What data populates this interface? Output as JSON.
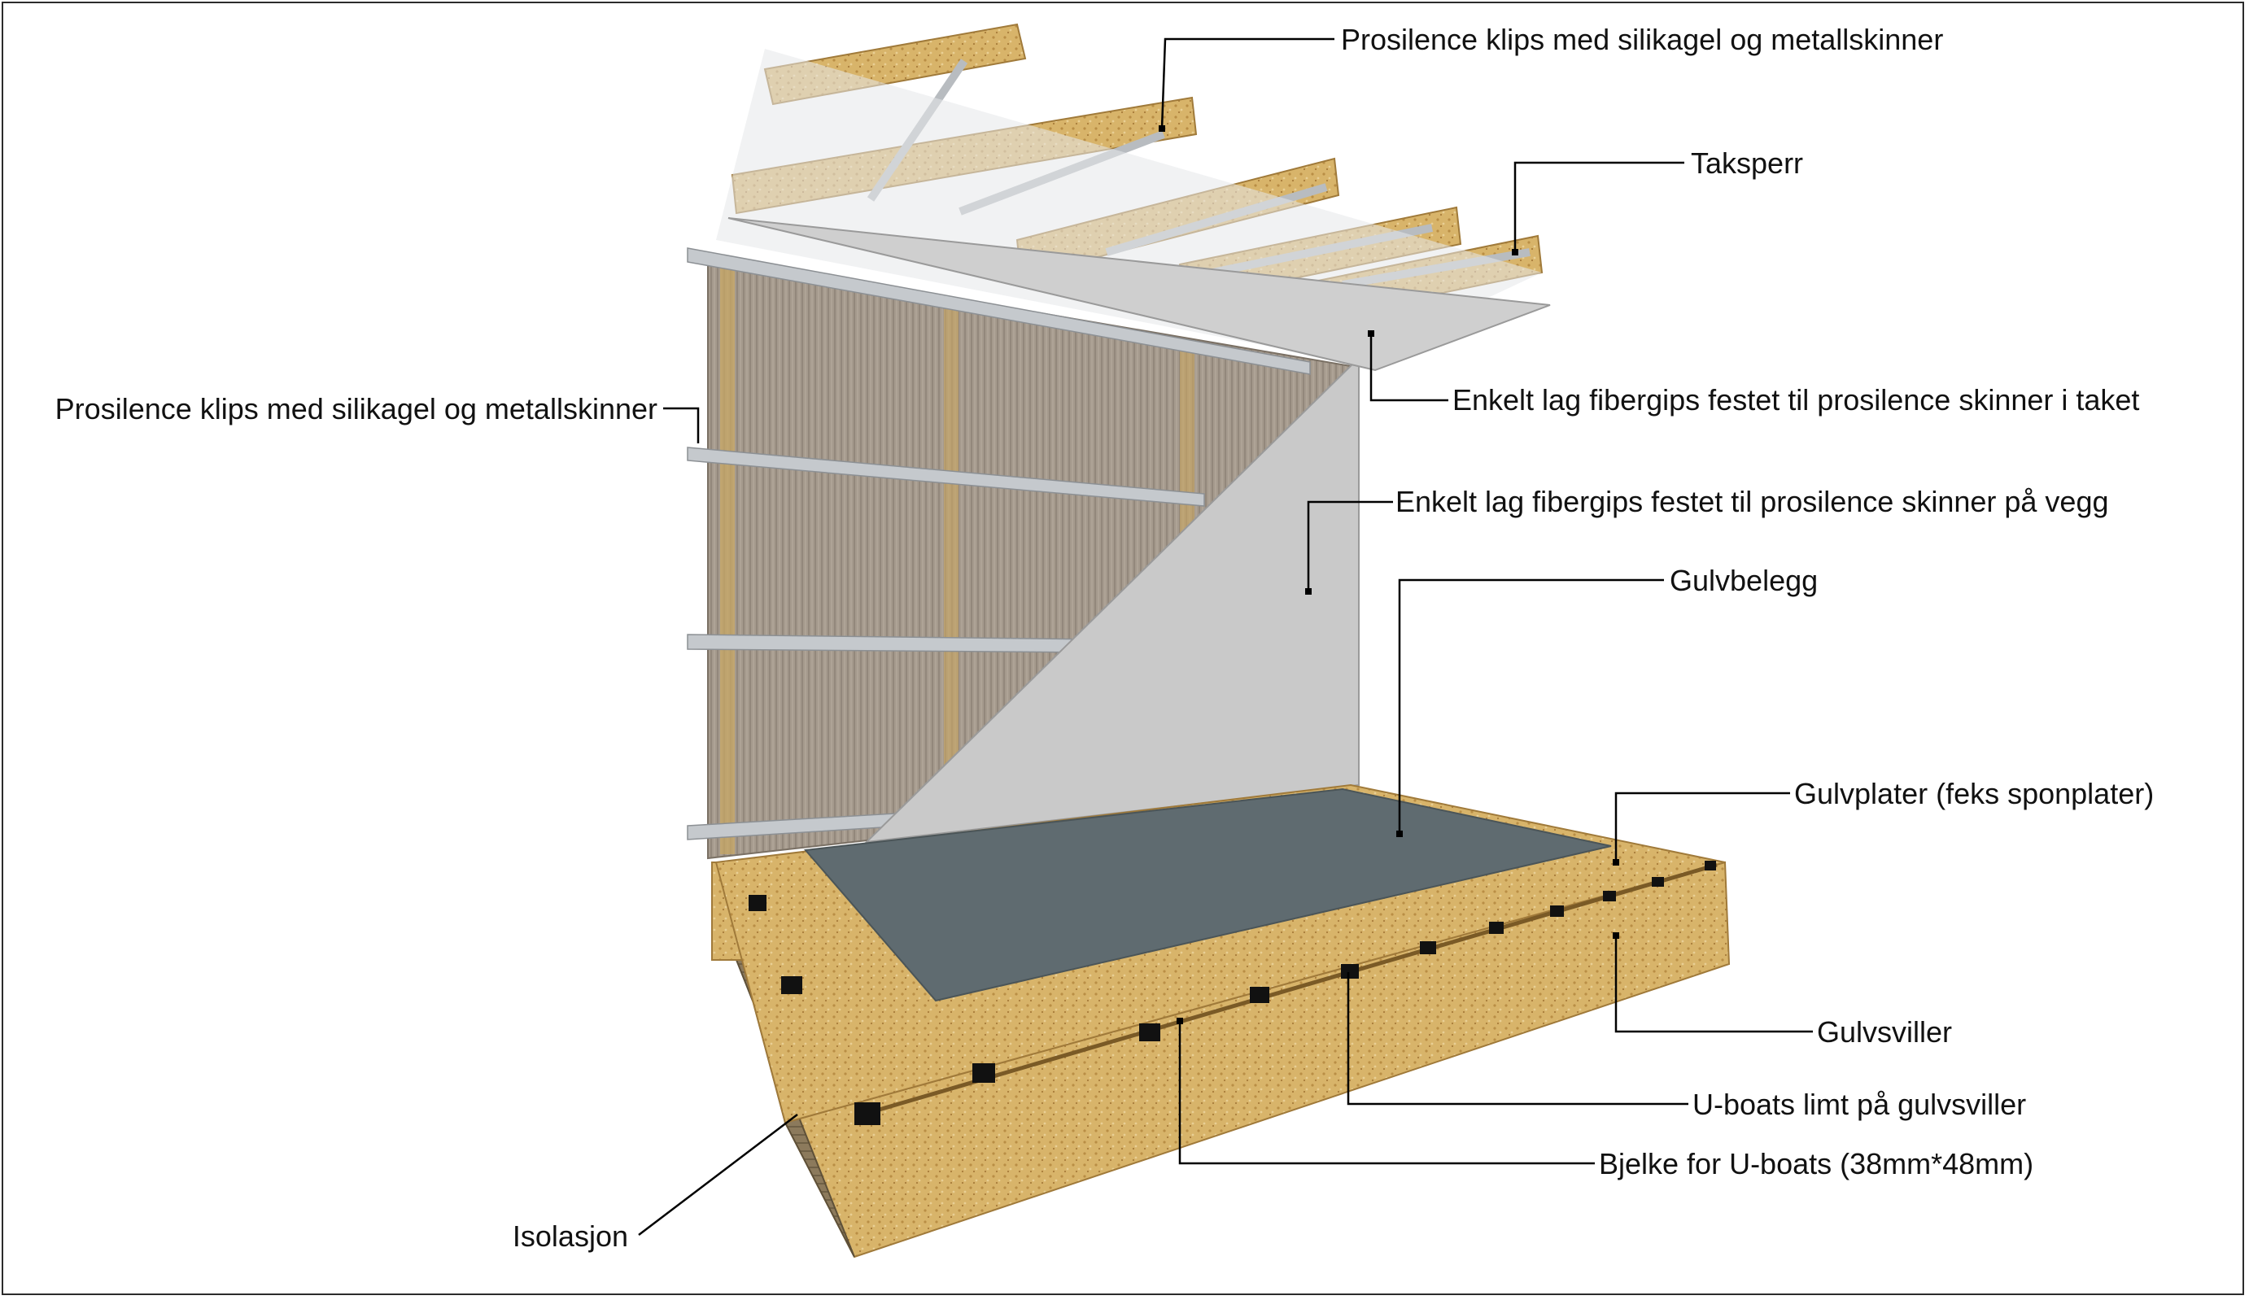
{
  "labels": {
    "ceiling_clips": "Prosilence klips med silikagel og metallskinner",
    "rafters": "Taksperr",
    "wall_clips": "Prosilence klips med silikagel og metallskinner",
    "ceiling_board": "Enkelt lag fibergips festet til prosilence skinner i taket",
    "wall_board": "Enkelt lag fibergips festet til prosilence skinner på vegg",
    "floor_covering": "Gulvbelegg",
    "floor_plates": "Gulvplater (feks sponplater)",
    "floor_sills": "Gulvsviller",
    "uboats": "U-boats limt på gulvsviller",
    "beam": "Bjelke for U-boats (38mm*48mm)",
    "insulation": "Isolasjon"
  },
  "colors": {
    "osb": "#d9b56b",
    "gypsum": "#c9c9c9",
    "floor_covering": "#5f6b70",
    "rail": "#b8bcc0",
    "uboat": "#111111",
    "leader": "#000000"
  }
}
